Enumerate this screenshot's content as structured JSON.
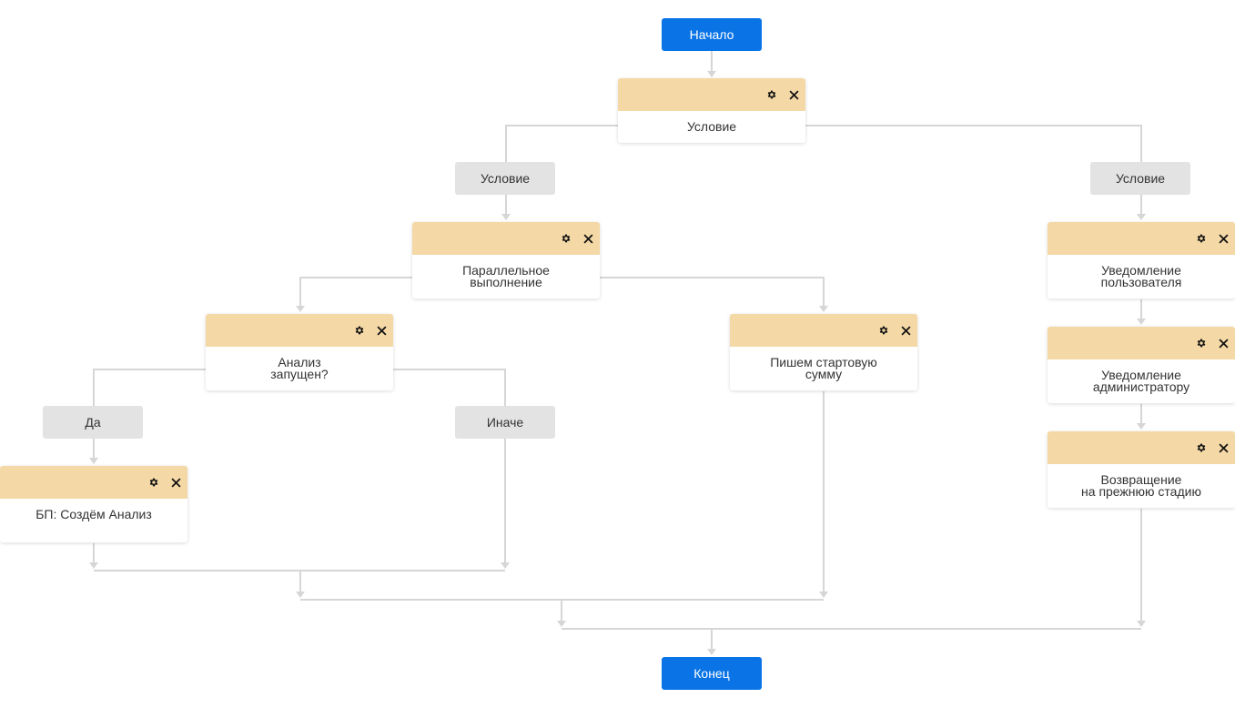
{
  "start_label": "Начало",
  "end_label": "Конец",
  "blocks": {
    "b1": {
      "label": "Условие"
    },
    "b2": {
      "label": "Параллельное\nвыполнение"
    },
    "b3": {
      "label": "Анализ\nзапущен?"
    },
    "b4": {
      "label": "БП: Создём Анализ"
    },
    "b5": {
      "label": "Пишем стартовую\nсумму"
    },
    "b6": {
      "label": "Уведомление\nпользователя"
    },
    "b7": {
      "label": "Уведомление\nадминистратору"
    },
    "b8": {
      "label": "Возвращение\nна прежнюю стадию"
    }
  },
  "branches": {
    "left": "Условие",
    "right": "Условие",
    "yes": "Да",
    "else": "Иначе"
  },
  "icons": {
    "settings": "gear-icon",
    "delete": "close-icon"
  },
  "colors": {
    "terminal": "#0a74e6",
    "block_header": "#f4d8a6",
    "branch_pill": "#e3e3e3",
    "connector": "#d4d4d4"
  }
}
